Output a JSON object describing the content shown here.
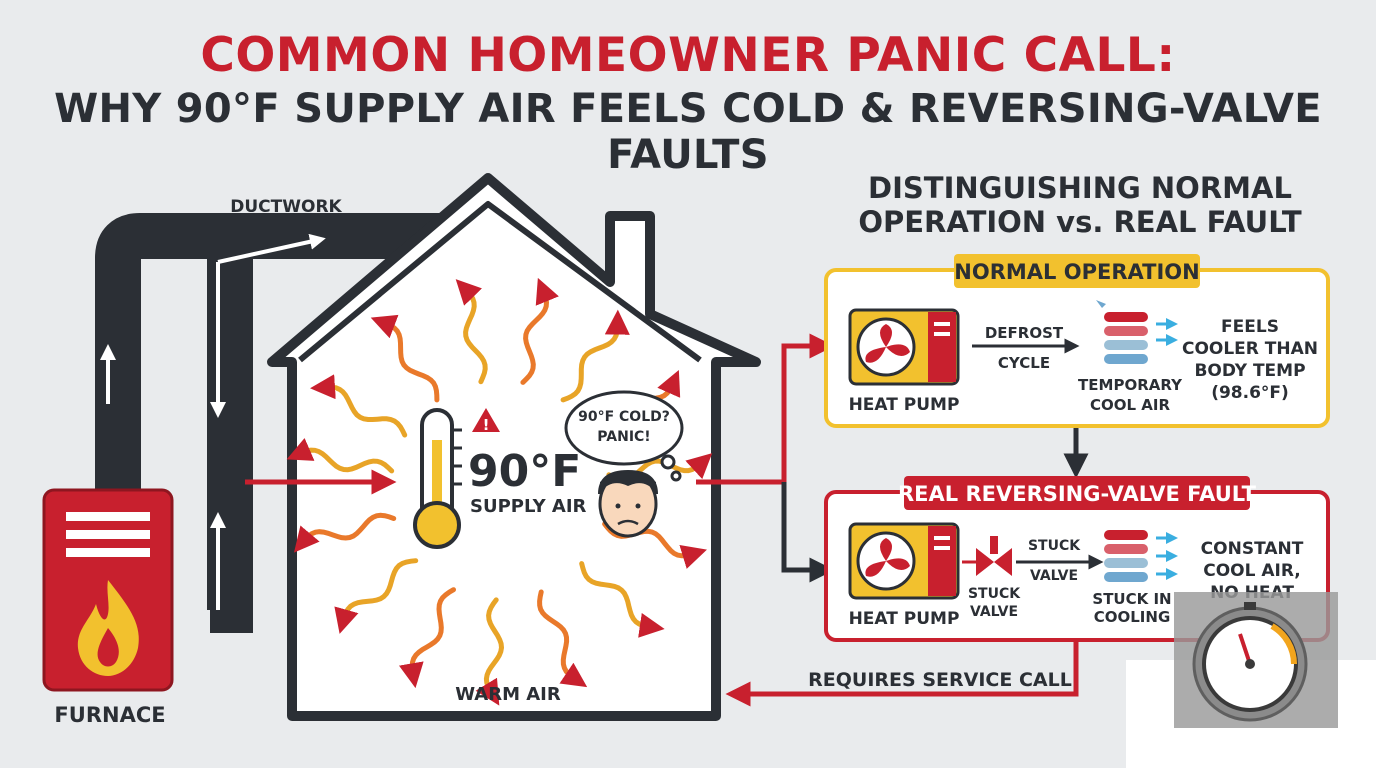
{
  "title": {
    "line1": "COMMON HOMEOWNER PANIC CALL:",
    "line2": "WHY 90°F SUPPLY AIR FEELS COLD & REVERSING-VALVE FAULTS"
  },
  "left": {
    "ductwork_label": "DUCTWORK",
    "furnace_label": "FURNACE",
    "temperature": "90°F",
    "supply_air_label": "SUPPLY AIR",
    "thought_line1": "90°F COLD?",
    "thought_line2": "PANIC!",
    "warm_air_label": "WARM AIR"
  },
  "right": {
    "heading_line1": "DISTINGUISHING NORMAL",
    "heading_line2": "OPERATION vs. REAL FAULT",
    "normal": {
      "title": "NORMAL OPERATION",
      "heat_pump_label": "HEAT PUMP",
      "arrow_label_line1": "DEFROST",
      "arrow_label_line2": "CYCLE",
      "coil_label_line1": "TEMPORARY",
      "coil_label_line2": "COOL AIR",
      "result_line1": "FEELS",
      "result_line2": "COOLER THAN",
      "result_line3": "BODY TEMP",
      "result_line4": "(98.6°F)"
    },
    "fault": {
      "title": "REAL REVERSING-VALVE FAULT",
      "heat_pump_label": "HEAT PUMP",
      "valve_label_line1": "STUCK",
      "valve_label_line2": "VALVE",
      "arrow_label_line1": "STUCK",
      "arrow_label_line2": "VALVE",
      "coil_label_line1": "STUCK IN",
      "coil_label_line2": "COOLING",
      "result_line1": "CONSTANT",
      "result_line2": "COOL AIR,",
      "result_line3": "NO HEAT"
    },
    "service_label": "REQUIRES SERVICE CALL"
  },
  "colors": {
    "red": "#c8202e",
    "dark": "#2b2f35",
    "yellow": "#f2c12e",
    "orange": "#e9792b",
    "background": "#e9ebed"
  },
  "icons": [
    "fire-icon",
    "thermometer-icon",
    "warning-icon",
    "face-icon",
    "fan-icon",
    "coil-icon",
    "valve-icon",
    "gauge-icon"
  ]
}
